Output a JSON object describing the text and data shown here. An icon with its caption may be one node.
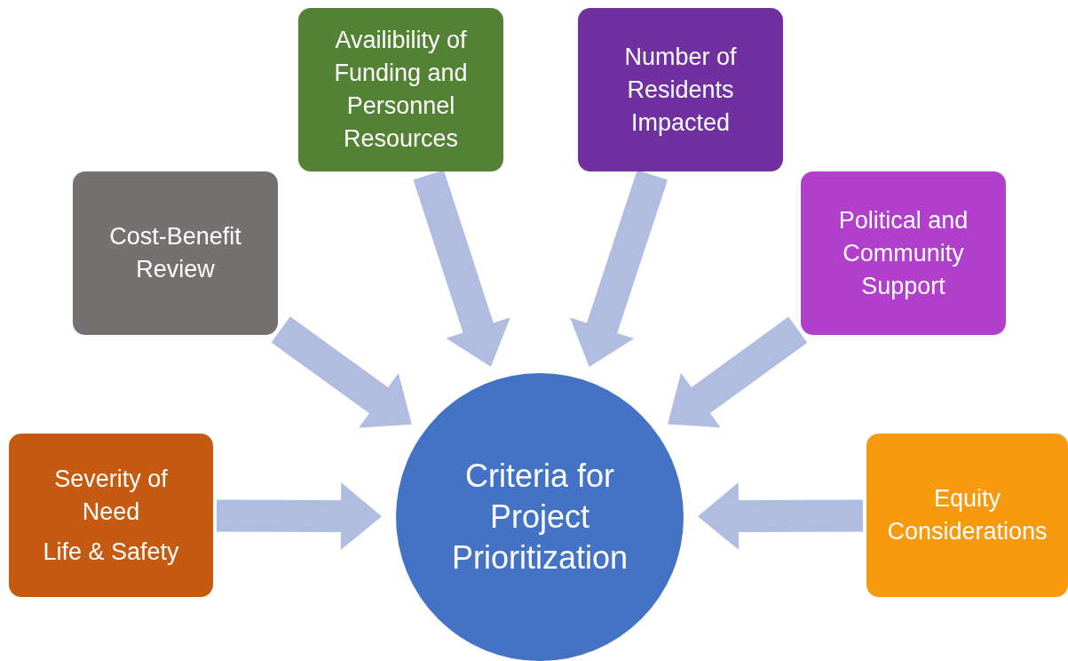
{
  "diagram": {
    "nodes": [
      {
        "text": [
          "Criteria for Project Prioritization"
        ]
      },
      {
        "text": [
          "Severity of Need",
          "Life & Safety"
        ]
      },
      {
        "text": [
          "Cost-Benefit Review"
        ]
      },
      {
        "text": [
          "Availibility of Funding and Personnel Resources"
        ]
      },
      {
        "text": [
          "Number of Residents Impacted"
        ]
      },
      {
        "text": [
          "Political and Community Support"
        ]
      },
      {
        "text": [
          "Equity Considerations"
        ]
      }
    ],
    "edges": [
      {
        "from": 1,
        "to": 0,
        "arrow": "to"
      },
      {
        "from": 2,
        "to": 0,
        "arrow": "to"
      },
      {
        "from": 3,
        "to": 0,
        "arrow": "to"
      },
      {
        "from": 4,
        "to": 0,
        "arrow": "to"
      },
      {
        "from": 5,
        "to": 0,
        "arrow": "to"
      },
      {
        "from": 6,
        "to": 0,
        "arrow": "to"
      }
    ]
  }
}
